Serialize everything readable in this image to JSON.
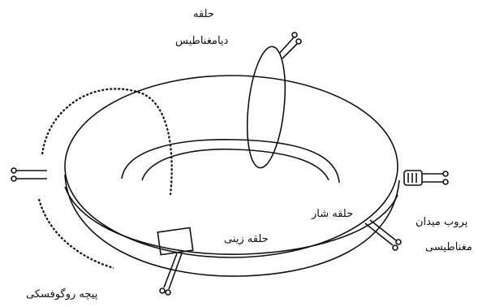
{
  "labels": {
    "diamagnetic_line1": "حلقه",
    "diamagnetic_line2": "دیامغناطیس",
    "flux_loop": "حلقه شار",
    "step_loop": "حلقه زینی",
    "probe_line1": "پروب میدان",
    "probe_line2": "مغناطیسی",
    "rogowski": "پیچه روگوفسکی"
  },
  "colors": {
    "stroke": "#111111",
    "background": "#ffffff"
  }
}
